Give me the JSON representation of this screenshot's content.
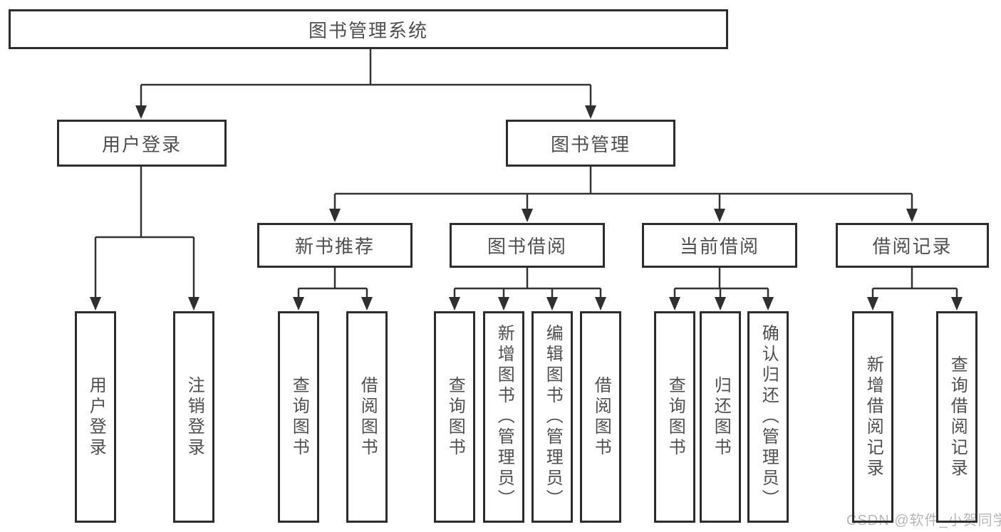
{
  "colors": {
    "background": "#ffffff",
    "box_border": "#2d2d2d",
    "box_text": "#4f4f4f",
    "connector_line": "#333333",
    "watermark_text": "#b7b7b7"
  },
  "watermark": {
    "text": "CSDN @软件_小贺同学"
  },
  "tree": {
    "label": "图书管理系统",
    "children": [
      {
        "label": "用户登录",
        "children": [
          {
            "label": "用户登录"
          },
          {
            "label": "注销登录"
          }
        ]
      },
      {
        "label": "图书管理",
        "children": [
          {
            "label": "新书推荐",
            "children": [
              {
                "label": "查询图书"
              },
              {
                "label": "借阅图书"
              }
            ]
          },
          {
            "label": "图书借阅",
            "children": [
              {
                "label": "查询图书"
              },
              {
                "label": "新增图书（管理员）"
              },
              {
                "label": "编辑图书（管理员）"
              },
              {
                "label": "借阅图书"
              }
            ]
          },
          {
            "label": "当前借阅",
            "children": [
              {
                "label": "查询图书"
              },
              {
                "label": "归还图书"
              },
              {
                "label": "确认归还（管理员）"
              }
            ]
          },
          {
            "label": "借阅记录",
            "children": [
              {
                "label": "新增借阅记录"
              },
              {
                "label": "查询借阅记录"
              }
            ]
          }
        ]
      }
    ]
  }
}
